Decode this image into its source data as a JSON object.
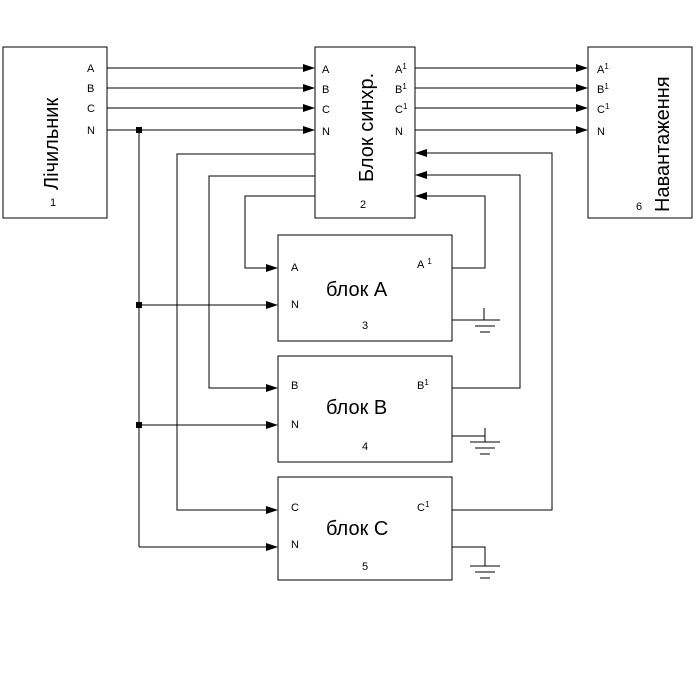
{
  "meter": {
    "title": "Лічильник",
    "number": "1",
    "ports": [
      "A",
      "B",
      "C",
      "N"
    ]
  },
  "sync": {
    "title": "Блок синхр.",
    "number": "2",
    "inputs": [
      "A",
      "B",
      "C",
      "N"
    ],
    "outputs": [
      "A",
      "B",
      "C",
      "N"
    ]
  },
  "block_a": {
    "title": "блок А",
    "number": "3",
    "in1": "A",
    "in2": "N",
    "out": "A"
  },
  "block_b": {
    "title": "блок B",
    "number": "4",
    "in1": "B",
    "in2": "N",
    "out": "B"
  },
  "block_c": {
    "title": "блок С",
    "number": "5",
    "in1": "C",
    "in2": "N",
    "out": "C"
  },
  "load": {
    "title": "Навантаження",
    "number": "6",
    "ports": [
      "A",
      "B",
      "C",
      "N"
    ]
  },
  "superscript": "1"
}
